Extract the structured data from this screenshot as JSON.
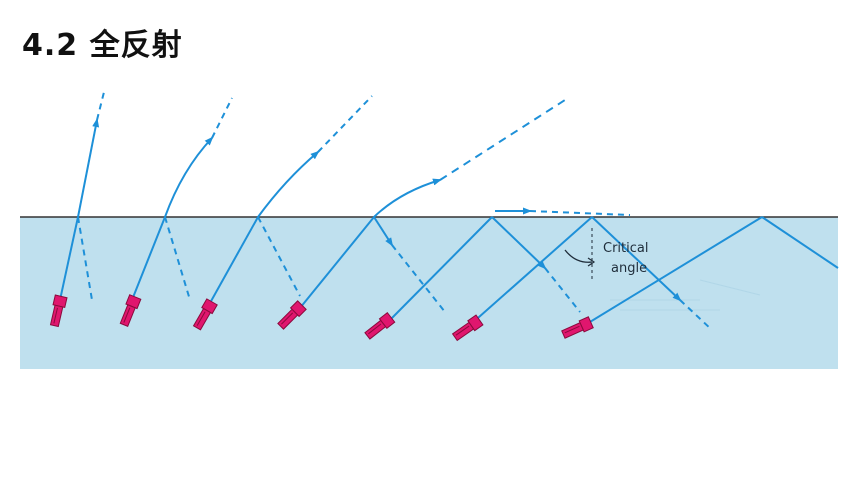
{
  "slide": {
    "title": "4.2  全反射"
  },
  "diagram": {
    "labels": {
      "critical_line1": "Critical",
      "critical_line2": "angle"
    },
    "colors": {
      "water": "#bfe0ee",
      "ray": "#1e90d8",
      "surface": "#333333",
      "flashlight": "#e0166e",
      "flashlight_dark": "#8a0a3c"
    }
  }
}
